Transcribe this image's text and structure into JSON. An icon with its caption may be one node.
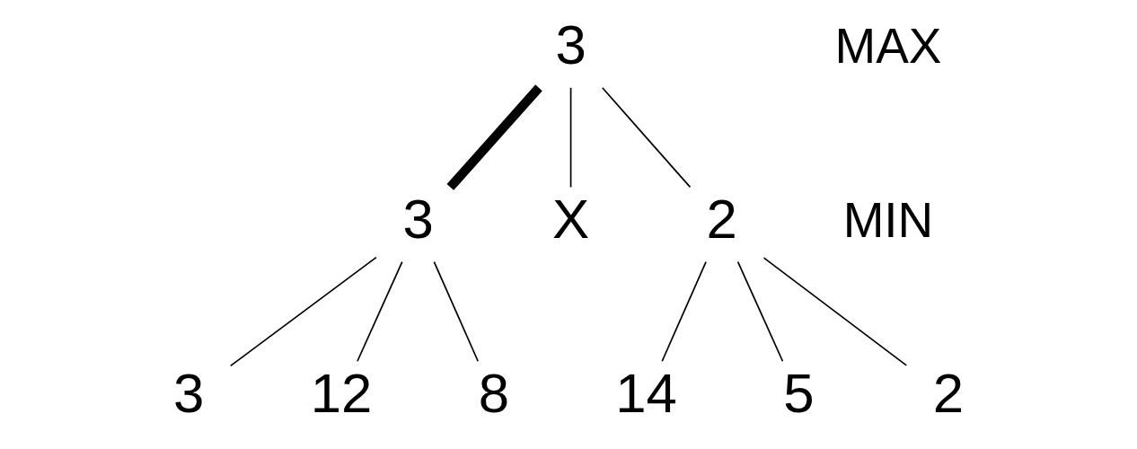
{
  "diagram": {
    "nodes": [
      {
        "text": [
          "3"
        ]
      },
      {
        "text": [
          "3"
        ]
      },
      {
        "text": [
          "X"
        ]
      },
      {
        "text": [
          "2"
        ]
      },
      {
        "text": [
          "3"
        ]
      },
      {
        "text": [
          "12"
        ]
      },
      {
        "text": [
          "8"
        ]
      },
      {
        "text": [
          "14"
        ]
      },
      {
        "text": [
          "5"
        ]
      },
      {
        "text": [
          "2"
        ]
      }
    ],
    "edges": [
      {
        "from": 0,
        "to": 1,
        "arrow": "none",
        "style": "thick"
      },
      {
        "from": 0,
        "to": 2,
        "arrow": "none"
      },
      {
        "from": 0,
        "to": 3,
        "arrow": "none"
      },
      {
        "from": 1,
        "to": 4,
        "arrow": "none"
      },
      {
        "from": 1,
        "to": 5,
        "arrow": "none"
      },
      {
        "from": 1,
        "to": 6,
        "arrow": "none"
      },
      {
        "from": 3,
        "to": 7,
        "arrow": "none"
      },
      {
        "from": 3,
        "to": 8,
        "arrow": "none"
      },
      {
        "from": 3,
        "to": 9,
        "arrow": "none"
      }
    ],
    "labels": [
      "MAX",
      "MIN"
    ]
  }
}
